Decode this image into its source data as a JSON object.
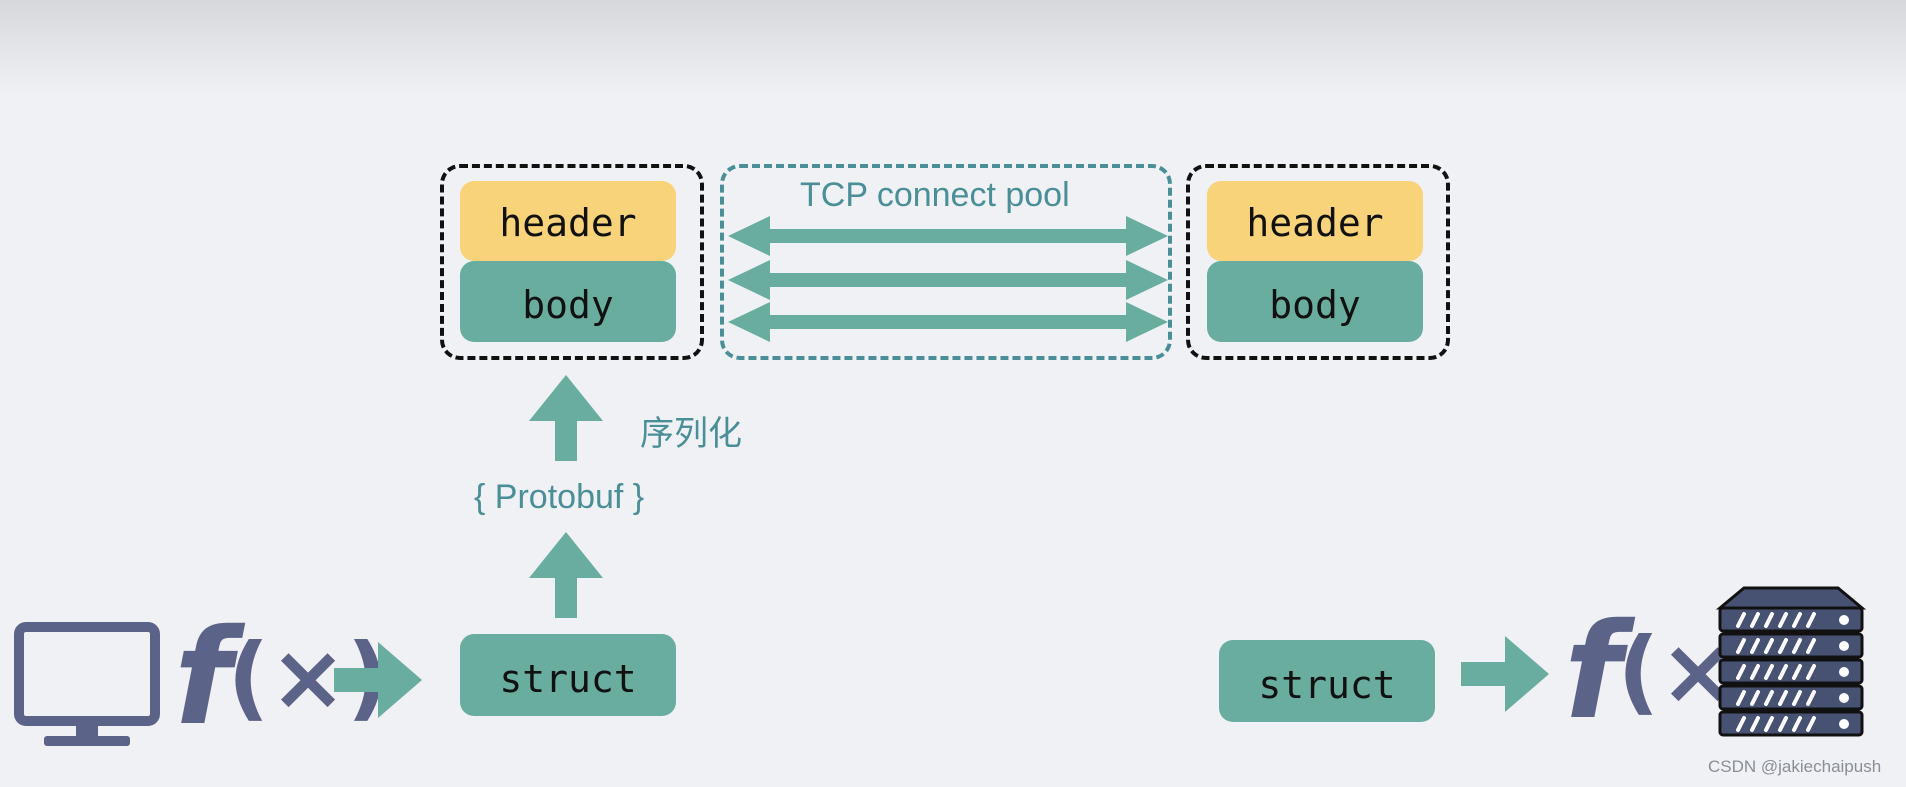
{
  "left_message": {
    "header_label": "header",
    "body_label": "body"
  },
  "right_message": {
    "header_label": "header",
    "body_label": "body"
  },
  "pool": {
    "title": "TCP connect pool"
  },
  "serialize_label": "序列化",
  "protobuf_label": "{ Protobuf }",
  "client": {
    "icon": "monitor-icon",
    "function_label": "f(x)",
    "struct_label": "struct"
  },
  "server": {
    "icon": "server-rack-icon",
    "function_label": "f(x)",
    "struct_label": "struct"
  },
  "watermark": "CSDN @jakiechaipush",
  "colors": {
    "background": "#eff1f5",
    "header": "#f8d37a",
    "body": "#68ad9e",
    "arrow": "#68ad9e",
    "text_accent": "#4a8f97",
    "icon": "#5b6388"
  }
}
